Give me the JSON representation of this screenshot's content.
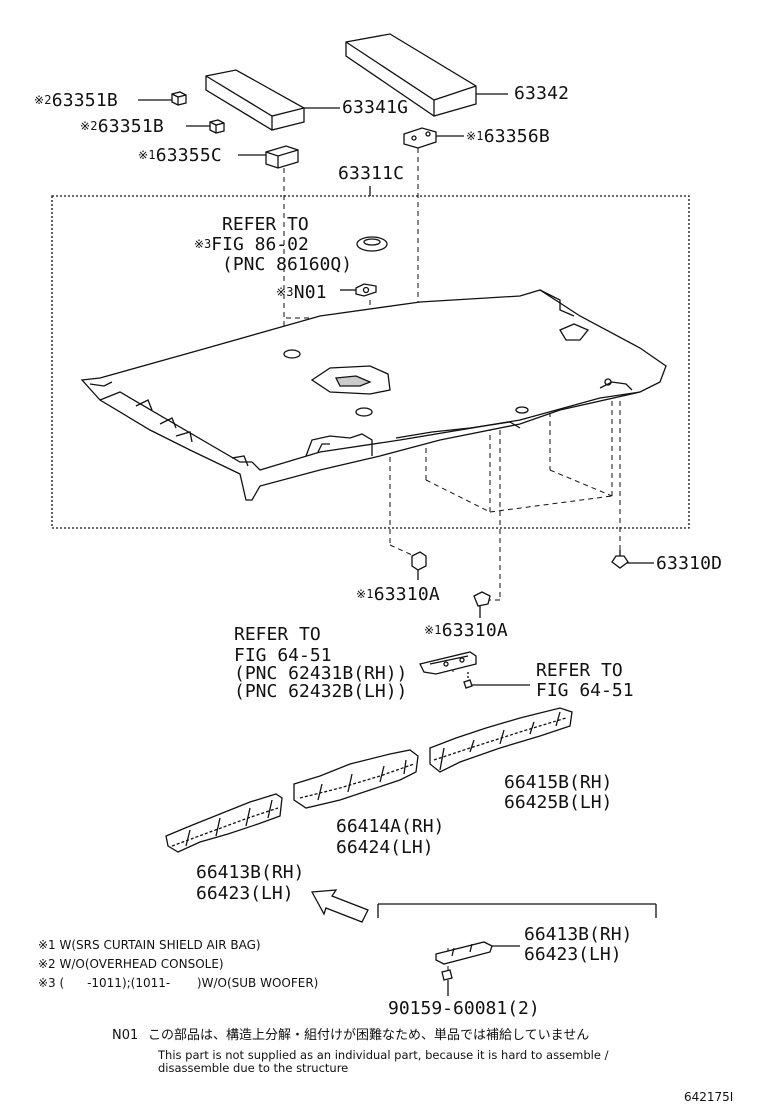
{
  "parts": {
    "p63342": "63342",
    "p63341g": "63341G",
    "p63351b_a": {
      "mark": "※2",
      "num": "63351B"
    },
    "p63351b_b": {
      "mark": "※2",
      "num": "63351B"
    },
    "p63356b": {
      "mark": "※1",
      "num": "63356B"
    },
    "p63355c": {
      "mark": "※1",
      "num": "63355C"
    },
    "p63311c": "63311C",
    "ref86": {
      "line1": "REFER TO",
      "mark": "※3",
      "line2": "FIG 86-02",
      "line3": "(PNC 86160Q)"
    },
    "n01": {
      "mark": "※3",
      "num": "N01"
    },
    "p63310d": "63310D",
    "p63310a_a": {
      "mark": "※1",
      "num": "63310A"
    },
    "p63310a_b": {
      "mark": "※1",
      "num": "63310A"
    },
    "ref64a": {
      "line1": "REFER TO",
      "line2": "FIG 64-51",
      "line3": "(PNC 62431B(RH))",
      "line4": "(PNC 62432B(LH))"
    },
    "ref64b": {
      "line1": "REFER TO",
      "line2": "FIG 64-51"
    },
    "p66415": {
      "line1": "66415B(RH)",
      "line2": "66425B(LH)"
    },
    "p66414": {
      "line1": "66414A(RH)",
      "line2": "66424(LH)"
    },
    "p66413": {
      "line1": "66413B(RH)",
      "line2": "66423(LH)"
    },
    "inset_title": "W(SRS CURTAIN SHIELD AIR BAG)",
    "p66413_inset": {
      "line1": "66413B(RH)",
      "line2": "66423(LH)"
    },
    "p90159": "90159-60081(2)"
  },
  "notes": {
    "n1": "※1 W(SRS CURTAIN SHIELD AIR BAG)",
    "n2": "※2 W/O(OVERHEAD CONSOLE)",
    "n3": "※3 (      -1011);(1011-       )W/O(SUB WOOFER)"
  },
  "footer": {
    "code": "N01",
    "jp": "この部品は、構造上分解・組付けが困難なため、単品では補給していません",
    "en1": "This part is not supplied as an individual part, because it is hard to assemble /",
    "en2": "disassemble due to the structure"
  },
  "figure_number": "642175I"
}
